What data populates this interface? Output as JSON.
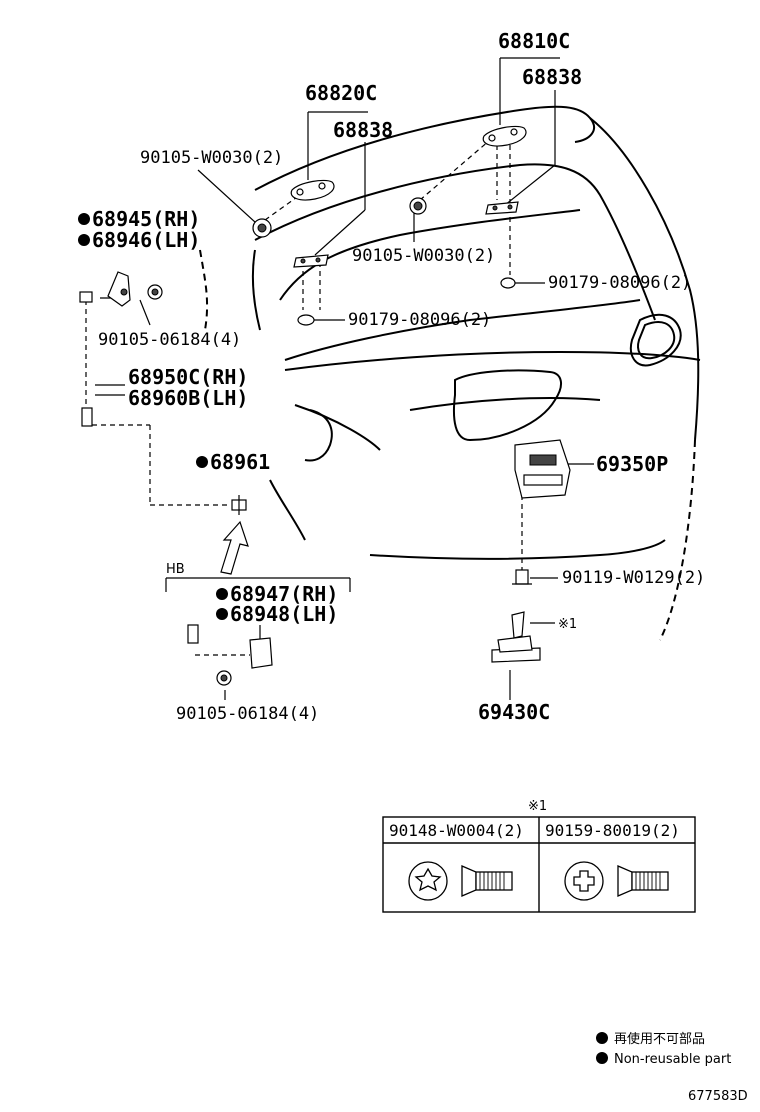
{
  "diagram": {
    "part_labels": {
      "p68810c": "68810C",
      "p68838_a": "68838",
      "p68820c": "68820C",
      "p68838_b": "68838",
      "p90105_w0030_a": "90105-W0030(2)",
      "p90105_w0030_b": "90105-W0030(2)",
      "p90179_08096_a": "90179-08096(2)",
      "p90179_08096_b": "90179-08096(2)",
      "p68945": "68945(RH)",
      "p68946": "68946(LH)",
      "p90105_06184_a": "90105-06184(4)",
      "p90105_06184_b": "90105-06184(4)",
      "p68950c": "68950C(RH)",
      "p68960b": "68960B(LH)",
      "p68961": "68961",
      "p69350p": "69350P",
      "p90119_w0129": "90119-W0129(2)",
      "p69430c": "69430C",
      "hb": "HB",
      "p68947": "68947(RH)",
      "p68948": "68948(LH)",
      "ref_mark": "※1"
    },
    "screw_table": {
      "title": "※1",
      "columns": [
        "90148-W0004(2)",
        "90159-80019(2)"
      ]
    },
    "legend": {
      "jp": "再使用不可部品",
      "en": "Non-reusable part"
    },
    "diagram_id": "677583D",
    "colors": {
      "ink": "#000000",
      "background": "#ffffff"
    }
  }
}
